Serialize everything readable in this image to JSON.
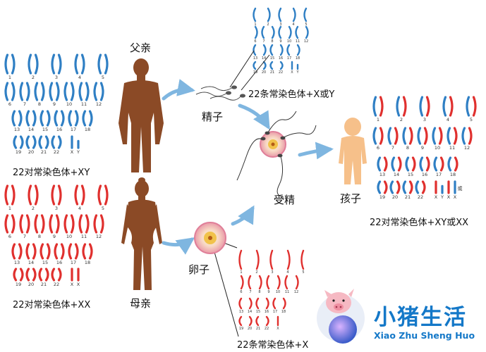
{
  "labels": {
    "father": "父亲",
    "mother": "母亲",
    "sperm": "精子",
    "egg": "卵子",
    "fertilization": "受精",
    "child": "孩子",
    "father_karyotype": "22对常染色体+XY",
    "mother_karyotype": "22对常染色体+XX",
    "sperm_karyotype": "22条常染色体+X或Y",
    "egg_karyotype": "22条常染色体+X",
    "child_karyotype": "22对常染色体+XY或XX",
    "child_sex_or": "或"
  },
  "chromosome_numbers": [
    "1",
    "2",
    "3",
    "4",
    "5",
    "6",
    "7",
    "8",
    "9",
    "10",
    "11",
    "12",
    "13",
    "14",
    "15",
    "16",
    "17",
    "18",
    "19",
    "20",
    "21",
    "22"
  ],
  "sex_chromosomes": {
    "x": "X",
    "y": "Y"
  },
  "brand": {
    "name_cn": "小猪生活",
    "name_en": "Xiao Zhu Sheng Huo"
  },
  "colors": {
    "paternal": "#2f7fc4",
    "maternal": "#e0302e",
    "body": "#8b4a26",
    "child": "#f6c08a",
    "arrow": "#7fb6e0",
    "brand": "#1478c8"
  },
  "icons": [
    "pig-mascot-icon",
    "sperm-icon",
    "egg-cell-icon"
  ]
}
